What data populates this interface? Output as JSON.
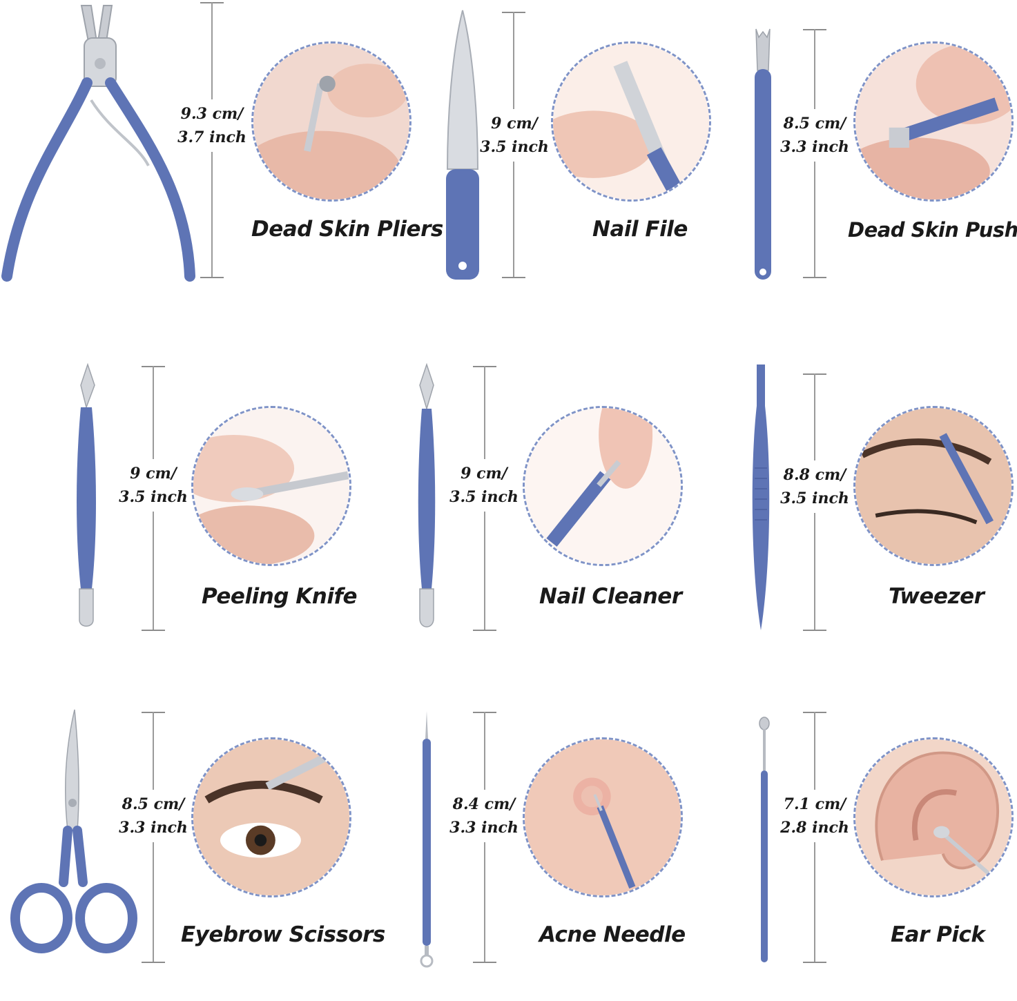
{
  "colors": {
    "accent": "#5e74b5",
    "metal": "#c9ccd2",
    "dash": "#7f93c7"
  },
  "tools": [
    {
      "name": "Dead Skin Pliers",
      "cm": "9.3 cm/",
      "inch": "3.7 inch",
      "icon": "cuticle-nipper-icon"
    },
    {
      "name": "Nail File",
      "cm": "9 cm/",
      "inch": "3.5 inch",
      "icon": "nail-file-icon"
    },
    {
      "name": "Dead Skin Pusher",
      "cm": "8.5 cm/",
      "inch": "3.3 inch",
      "icon": "cuticle-pusher-icon"
    },
    {
      "name": "Peeling Knife",
      "cm": "9 cm/",
      "inch": "3.5 inch",
      "icon": "peeling-knife-icon"
    },
    {
      "name": "Nail Cleaner",
      "cm": "9 cm/",
      "inch": "3.5 inch",
      "icon": "nail-cleaner-icon"
    },
    {
      "name": "Tweezer",
      "cm": "8.8 cm/",
      "inch": "3.5 inch",
      "icon": "tweezer-icon"
    },
    {
      "name": "Eyebrow Scissors",
      "cm": "8.5 cm/",
      "inch": "3.3 inch",
      "icon": "eyebrow-scissors-icon"
    },
    {
      "name": "Acne Needle",
      "cm": "8.4 cm/",
      "inch": "3.3 inch",
      "icon": "acne-needle-icon"
    },
    {
      "name": "Ear Pick",
      "cm": "7.1 cm/",
      "inch": "2.8 inch",
      "icon": "ear-pick-icon"
    }
  ]
}
